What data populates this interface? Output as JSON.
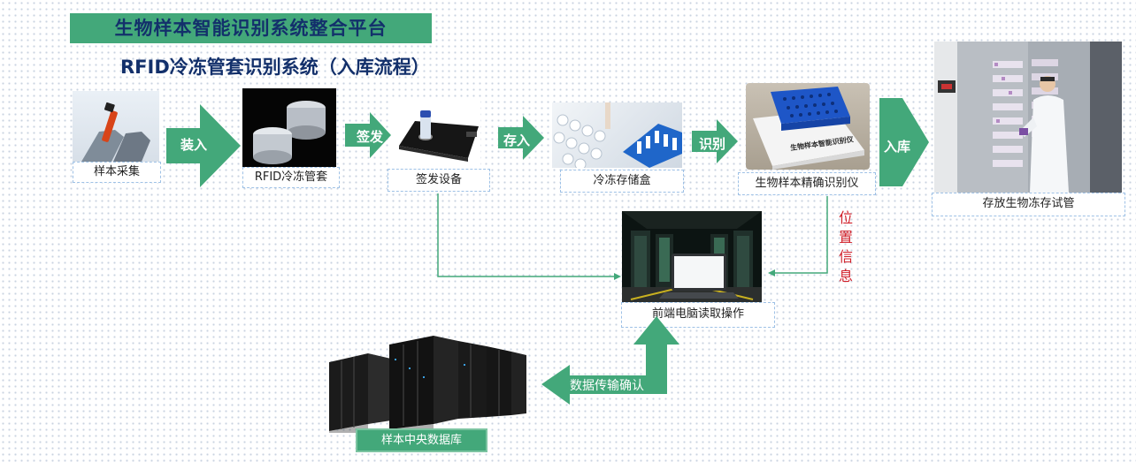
{
  "title": "生物样本智能识别系统整合平台",
  "subtitle": "RFID冷冻管套识别系统（入库流程）",
  "steps": {
    "sample_collection": "样本采集",
    "rfid_tube": "RFID冷冻管套",
    "issuing_device": "签发设备",
    "storage_box": "冷冻存储盒",
    "identifier": "生物样本精确识别仪",
    "storage": "存放生物冻存试管",
    "frontend_pc": "前端电脑读取操作",
    "central_db": "样本中央数据库"
  },
  "arrows": {
    "load": "装入",
    "issue": "签发",
    "deposit": "存入",
    "identify": "识别",
    "warehouse": "入库",
    "data_transfer": "数据传输确认",
    "position_info": "位置信息"
  },
  "device_text": "生物样本智能识别仪",
  "colors": {
    "title_bg": "#43a87a",
    "arrow": "#43a87a",
    "title_text": "#13306b",
    "position_info": "#d0202a"
  }
}
